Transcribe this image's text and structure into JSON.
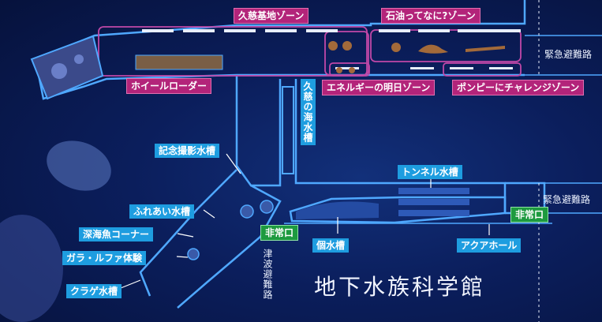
{
  "zones": {
    "kuji_base": "久慈基地ゾーン",
    "oil": "石油ってなに?ゾーン",
    "wheel_loader": "ホイールローダー",
    "energy_future": "エネルギーの明日ゾーン",
    "pompey": "ポンピーにチャレンジゾーン"
  },
  "tanks": {
    "kuji_sea": "久慈の海水槽",
    "memorial": "記念撮影水槽",
    "tunnel": "トンネル水槽",
    "touch": "ふれあい水槽",
    "deep_sea": "深海魚コーナー",
    "gara_rufa": "ガラ・ルファ体験",
    "jellyfish": "クラゲ水槽",
    "individual": "個水槽",
    "aqua_hall": "アクアホール"
  },
  "exits": {
    "emergency_exit_1": "非常口",
    "emergency_exit_2": "非常口"
  },
  "routes": {
    "emergency_route_top": "緊急避難路",
    "emergency_route_mid": "緊急避難路",
    "tsunami_route": "津波避難路"
  },
  "facility_title": "地下水族科学館",
  "colors": {
    "zone_tag": "#b3247a",
    "tank_tag": "#1e9de0",
    "exit_tag": "#1d9a3f",
    "wall_line": "#4fa8ff"
  }
}
